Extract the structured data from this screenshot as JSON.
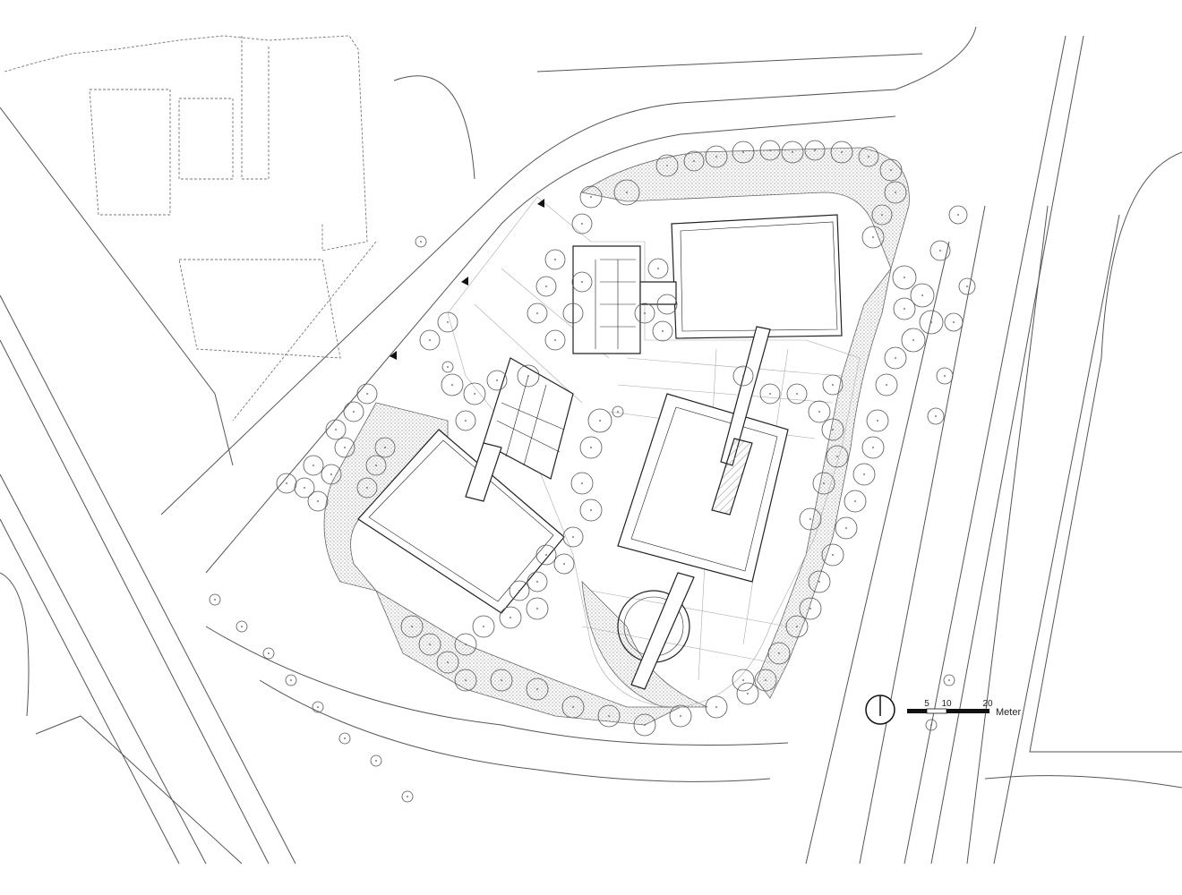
{
  "scale_bar": {
    "ticks": [
      "5",
      "10",
      "20"
    ],
    "unit": "Meter"
  },
  "north_arrow": {
    "icon": "north-arrow-icon"
  },
  "colors": {
    "line": "#444444",
    "hatch": "#bdbdbd",
    "background": "#ffffff"
  }
}
